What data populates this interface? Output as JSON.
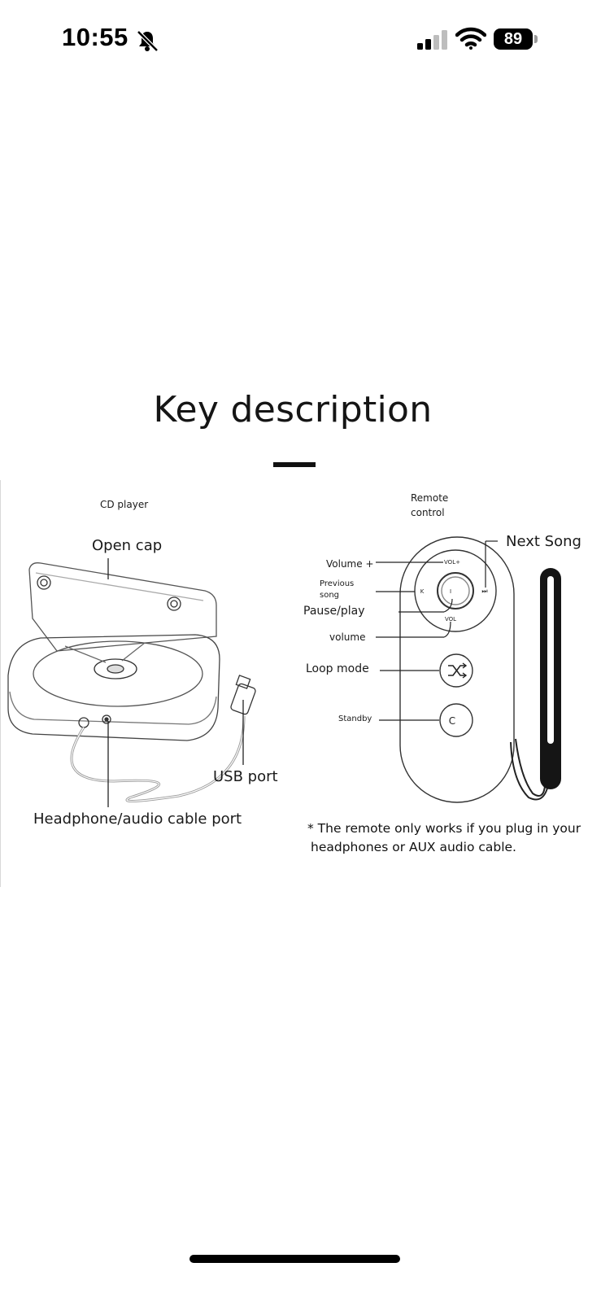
{
  "status_bar": {
    "time": "10:55",
    "battery_level": "89",
    "signal_bars_active": 2,
    "signal_bars_total": 4,
    "icons": [
      "bell-slash-icon",
      "signal-icon",
      "wifi-icon",
      "battery-icon"
    ]
  },
  "page": {
    "heading": "Key description"
  },
  "cd_player": {
    "caption": "CD player",
    "labels": {
      "open_cap": "Open cap",
      "usb_port": "USB port",
      "headphone_port": "Headphone/audio cable port"
    }
  },
  "remote": {
    "caption_line1": "Remote",
    "caption_line2": "control",
    "labels": {
      "next_song": "Next Song",
      "volume_up": "Volume +",
      "previous_line1": "Previous",
      "previous_line2": "song",
      "pause_play": "Pause/play",
      "volume_down": "volume",
      "loop_mode": "Loop mode",
      "standby": "Standby"
    },
    "button_marks": {
      "vol_plus": "VOL+",
      "vol_minus": "VOL",
      "prev": "K",
      "next": "⏭",
      "center": "I",
      "standby": "C"
    }
  },
  "footnote": {
    "line1": "* The remote only works if you plug in your",
    "line2": "headphones or AUX audio cable."
  }
}
